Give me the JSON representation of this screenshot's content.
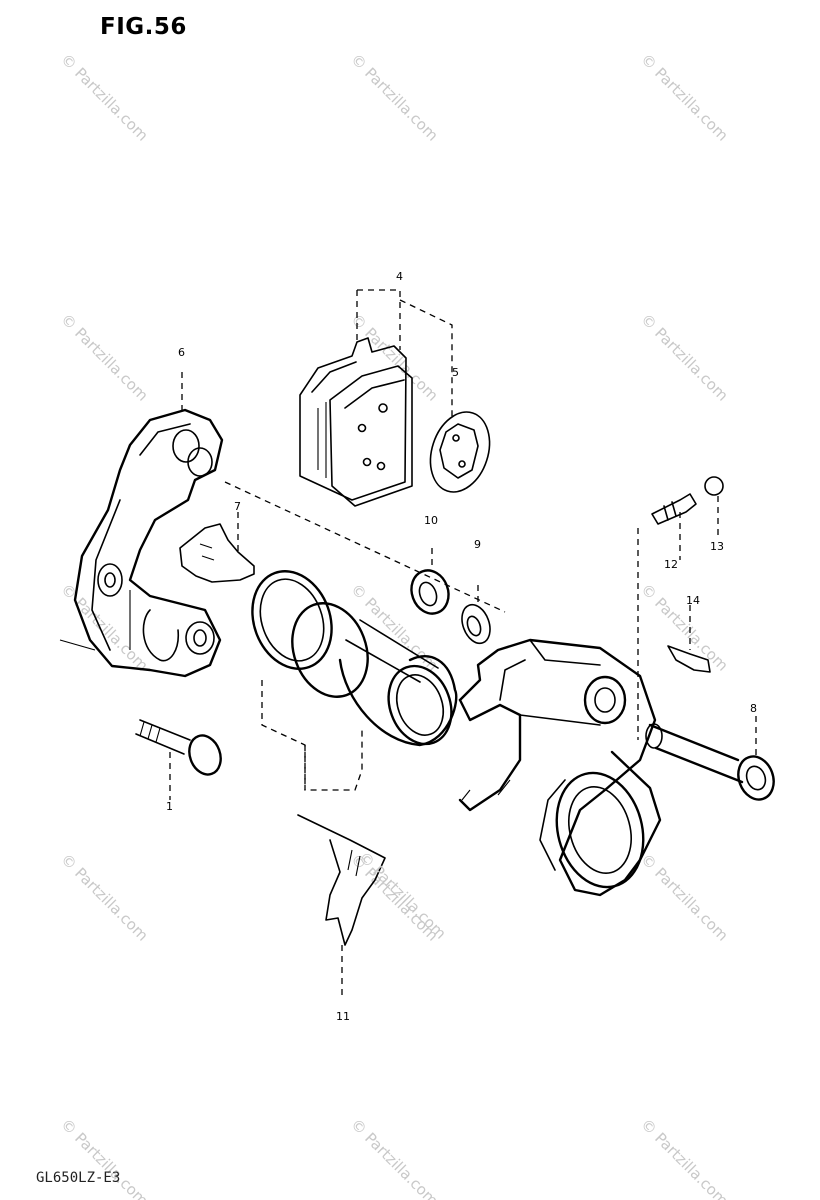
{
  "figure": {
    "title": "FIG.56",
    "code": "GL650LZ-E3"
  },
  "watermark": {
    "text": "© Partzilla.com",
    "color": "#c8c8c8"
  },
  "callouts": [
    "4",
    "5",
    "6",
    "7",
    "10",
    "9",
    "12",
    "13",
    "14",
    "8",
    "1",
    "11"
  ],
  "colors": {
    "ink": "#000000",
    "background": "#ffffff"
  }
}
